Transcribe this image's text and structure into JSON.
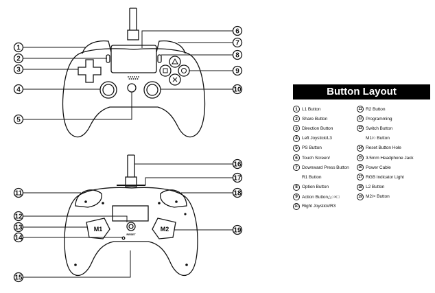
{
  "legend": {
    "title": "Button Layout",
    "left": [
      {
        "num": "1",
        "label": "L1 Button"
      },
      {
        "num": "2",
        "label": "Share Button"
      },
      {
        "num": "3",
        "label": "Direction Button"
      },
      {
        "num": "4",
        "label": "Left Joystick/L3"
      },
      {
        "num": "5",
        "label": "PS Button"
      },
      {
        "num": "6",
        "label": "Touch Screen/"
      },
      {
        "num": "7",
        "label": "Downward Press Button"
      },
      {
        "num": "",
        "label": "R1 Button"
      },
      {
        "num": "8",
        "label": "Option Button"
      },
      {
        "num": "9",
        "label": "Action Button△○×□"
      },
      {
        "num": "10",
        "label": "Right Joystick/R3"
      }
    ],
    "right": [
      {
        "num": "11",
        "label": "R2 Button"
      },
      {
        "num": "12",
        "label": "Programming"
      },
      {
        "num": "13",
        "label": "Switch Button"
      },
      {
        "num": "",
        "label": "M1/○ Button"
      },
      {
        "num": "14",
        "label": "Reset Button Hole"
      },
      {
        "num": "15",
        "label": "3.5mm Headphone Jack"
      },
      {
        "num": "16",
        "label": "Power Cable"
      },
      {
        "num": "17",
        "label": "RGB Indicator Light"
      },
      {
        "num": "18",
        "label": "L2 Button"
      },
      {
        "num": "19",
        "label": "M2/× Button"
      }
    ]
  },
  "callouts_front": {
    "c1": "1",
    "c2": "2",
    "c3": "3",
    "c4": "4",
    "c5": "5",
    "c6": "6",
    "c7": "7",
    "c8": "8",
    "c9": "9",
    "c10": "10"
  },
  "callouts_back": {
    "c11": "11",
    "c12": "12",
    "c13": "13",
    "c14": "14",
    "c15": "15",
    "c16": "16",
    "c17": "17",
    "c18": "18",
    "c19": "19"
  },
  "back_labels": {
    "m1": "M1",
    "m2": "M2",
    "reset": "RESET"
  }
}
